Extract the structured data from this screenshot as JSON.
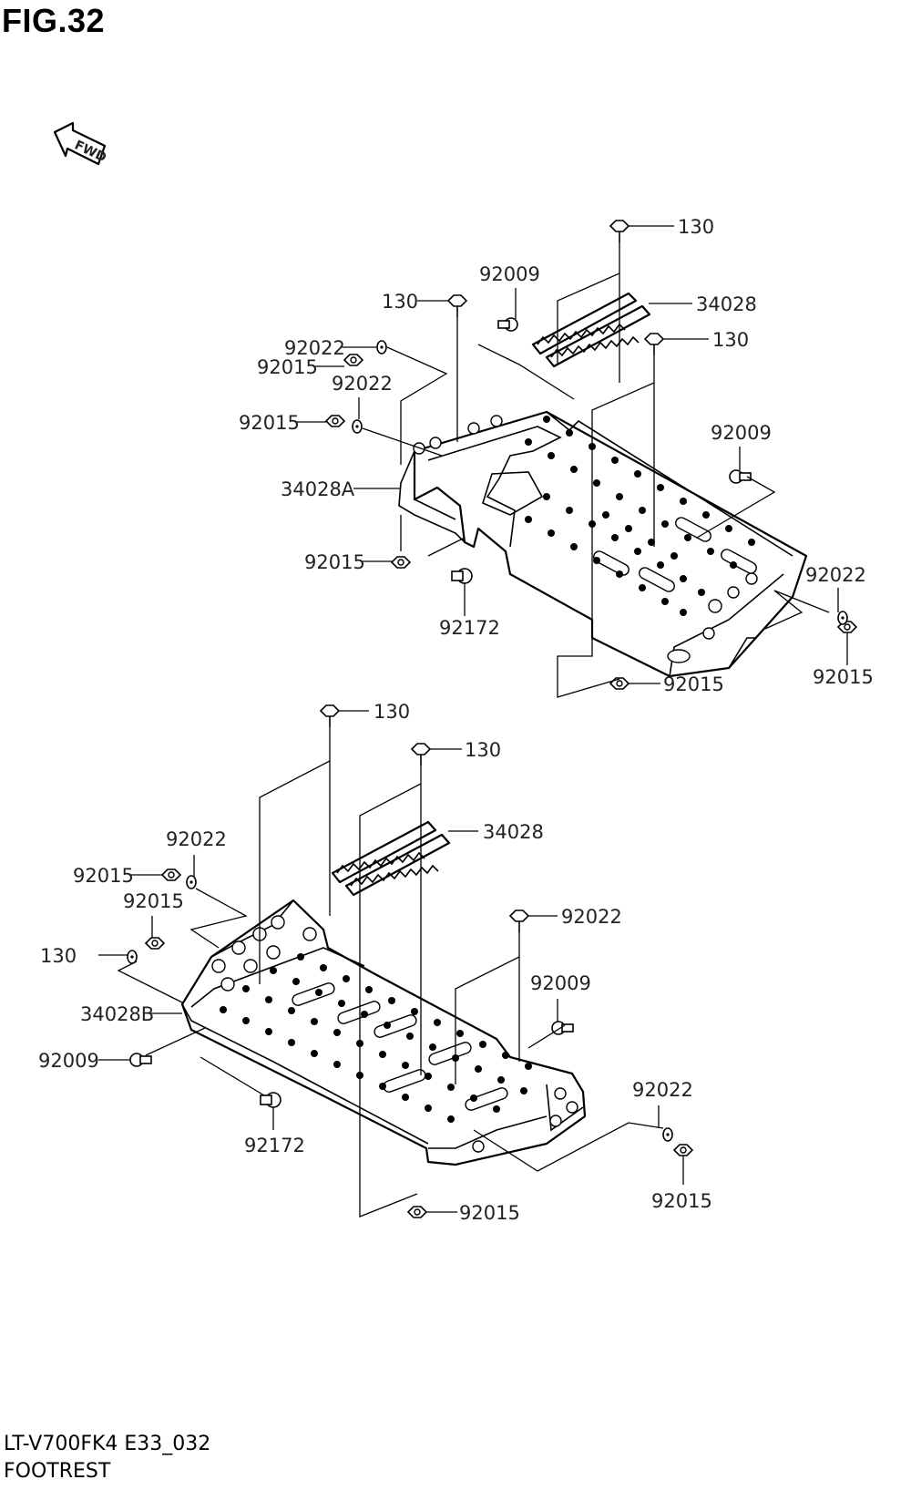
{
  "figure": {
    "title": "FIG.32",
    "fwd_label": "FWD",
    "model_code": "LT-V700FK4 E33_032",
    "section_name": "FOOTREST"
  },
  "callouts": [
    {
      "id": "c1",
      "label": "130"
    },
    {
      "id": "c2",
      "label": "130"
    },
    {
      "id": "c3",
      "label": "92009"
    },
    {
      "id": "c4",
      "label": "34028"
    },
    {
      "id": "c5",
      "label": "130"
    },
    {
      "id": "c6",
      "label": "92022"
    },
    {
      "id": "c7",
      "label": "92015"
    },
    {
      "id": "c8",
      "label": "92022"
    },
    {
      "id": "c9",
      "label": "92015"
    },
    {
      "id": "c10",
      "label": "92009"
    },
    {
      "id": "c11",
      "label": "34028A"
    },
    {
      "id": "c12",
      "label": "92015"
    },
    {
      "id": "c13",
      "label": "92172"
    },
    {
      "id": "c14",
      "label": "92022"
    },
    {
      "id": "c15",
      "label": "92015"
    },
    {
      "id": "c16",
      "label": "92015"
    },
    {
      "id": "c17",
      "label": "130"
    },
    {
      "id": "c18",
      "label": "130"
    },
    {
      "id": "c19",
      "label": "34028"
    },
    {
      "id": "c20",
      "label": "92022"
    },
    {
      "id": "c21",
      "label": "92015"
    },
    {
      "id": "c22",
      "label": "92015"
    },
    {
      "id": "c23",
      "label": "130"
    },
    {
      "id": "c24",
      "label": "92022"
    },
    {
      "id": "c25",
      "label": "92009"
    },
    {
      "id": "c26",
      "label": "34028B"
    },
    {
      "id": "c27",
      "label": "92009"
    },
    {
      "id": "c28",
      "label": "92172"
    },
    {
      "id": "c29",
      "label": "92022"
    },
    {
      "id": "c30",
      "label": "92015"
    },
    {
      "id": "c31",
      "label": "92015"
    }
  ]
}
